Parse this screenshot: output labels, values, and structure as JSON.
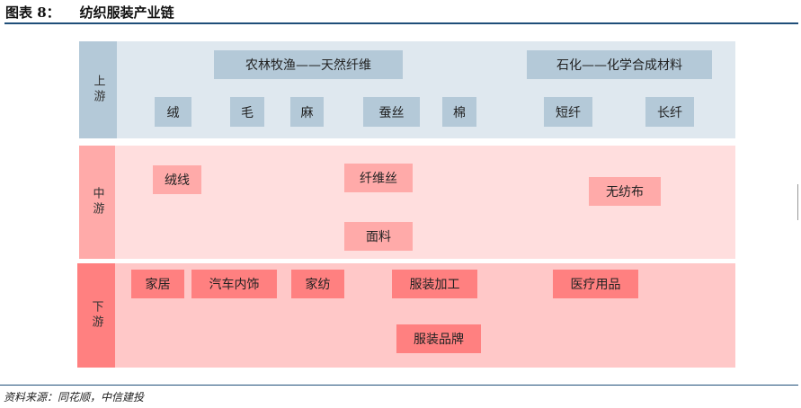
{
  "header": {
    "figure_no": "图表 8：",
    "title": "纺织服装产业链"
  },
  "upstream": {
    "label": "上游",
    "groups": [
      "农林牧渔——天然纤维",
      "石化——化学合成材料"
    ],
    "items": [
      "绒",
      "毛",
      "麻",
      "蚕丝",
      "棉",
      "短纤",
      "长纤"
    ]
  },
  "midstream": {
    "label": "中游",
    "items": [
      "绒线",
      "纤维丝",
      "无纺布",
      "面料"
    ]
  },
  "downstream": {
    "label": "下游",
    "items": [
      "家居",
      "汽车内饰",
      "家纺",
      "服装加工",
      "医疗用品",
      "服装品牌"
    ]
  },
  "source": "资料来源：同花顺，中信建投",
  "colors": {
    "rule": "#1f4e79",
    "up_bg": "#dfe8ef",
    "up_box": "#b4c9d8",
    "mid_bg": "#ffdede",
    "mid_box": "#ffaaa9",
    "down_bg": "#ffc8c8",
    "down_box": "#ff8080"
  }
}
